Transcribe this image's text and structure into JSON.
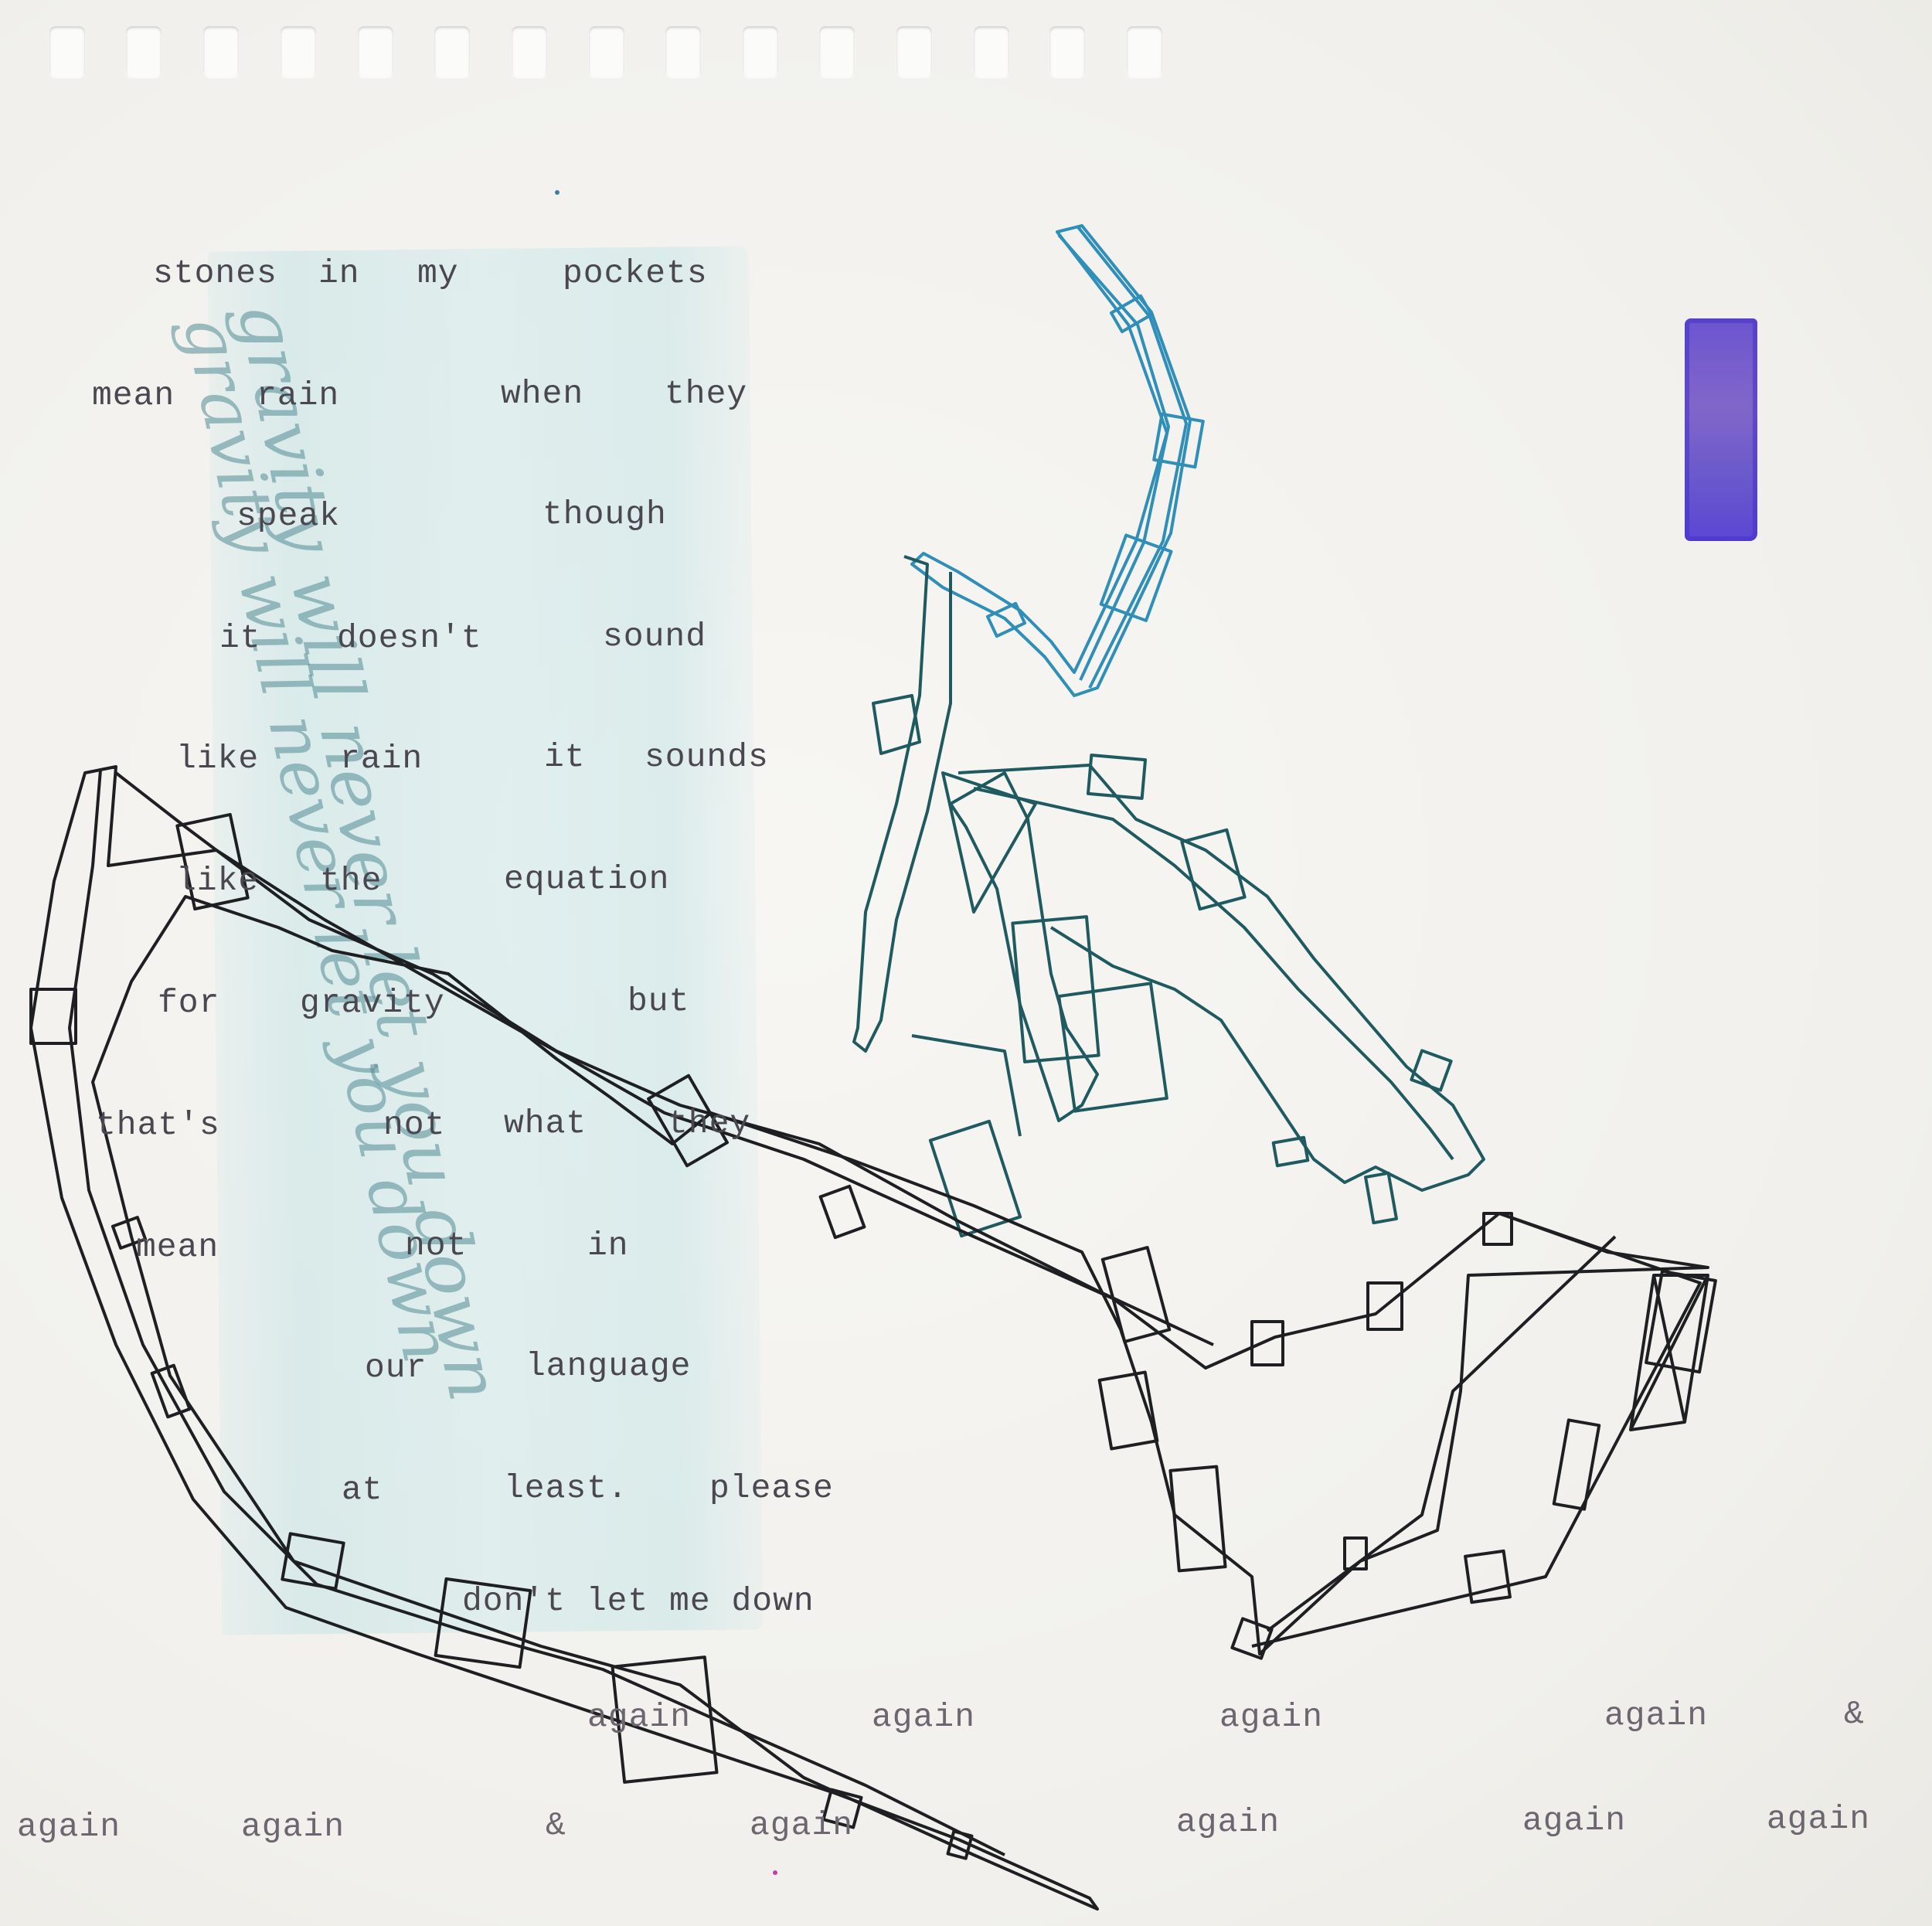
{
  "poem": {
    "lines": [
      {
        "words": [
          "stones",
          "in",
          "my",
          "pockets"
        ]
      },
      {
        "words": [
          "mean",
          "rain",
          "when",
          "they"
        ]
      },
      {
        "words": [
          "speak",
          "though"
        ]
      },
      {
        "words": [
          "it",
          "doesn't",
          "sound"
        ]
      },
      {
        "words": [
          "like",
          "rain",
          "it",
          "sounds"
        ]
      },
      {
        "words": [
          "like",
          "the",
          "equation"
        ]
      },
      {
        "words": [
          "for",
          "gravity",
          "but"
        ]
      },
      {
        "words": [
          "that's",
          "not",
          "what",
          "they"
        ]
      },
      {
        "words": [
          "mean",
          "not",
          "in"
        ]
      },
      {
        "words": [
          "our",
          "language"
        ]
      },
      {
        "words": [
          "at",
          "least.",
          "please"
        ]
      },
      {
        "words": [
          "don't let me down"
        ]
      }
    ],
    "refrain_1": [
      "again",
      "again",
      "again",
      "again",
      "&"
    ],
    "refrain_2": [
      "again",
      "again",
      "&",
      "again",
      "again",
      "again",
      "again"
    ]
  },
  "handwriting": {
    "line_1": "gravity will never let you down",
    "line_2": "gravity will never let you down"
  },
  "colors": {
    "paper": "#f3f2ef",
    "tape": "#c6e4e6",
    "ink_black": "#1e1f22",
    "ink_teal": "#1f5a60",
    "ink_blue": "#2f8fb8",
    "swatch": "#6b55cf"
  }
}
